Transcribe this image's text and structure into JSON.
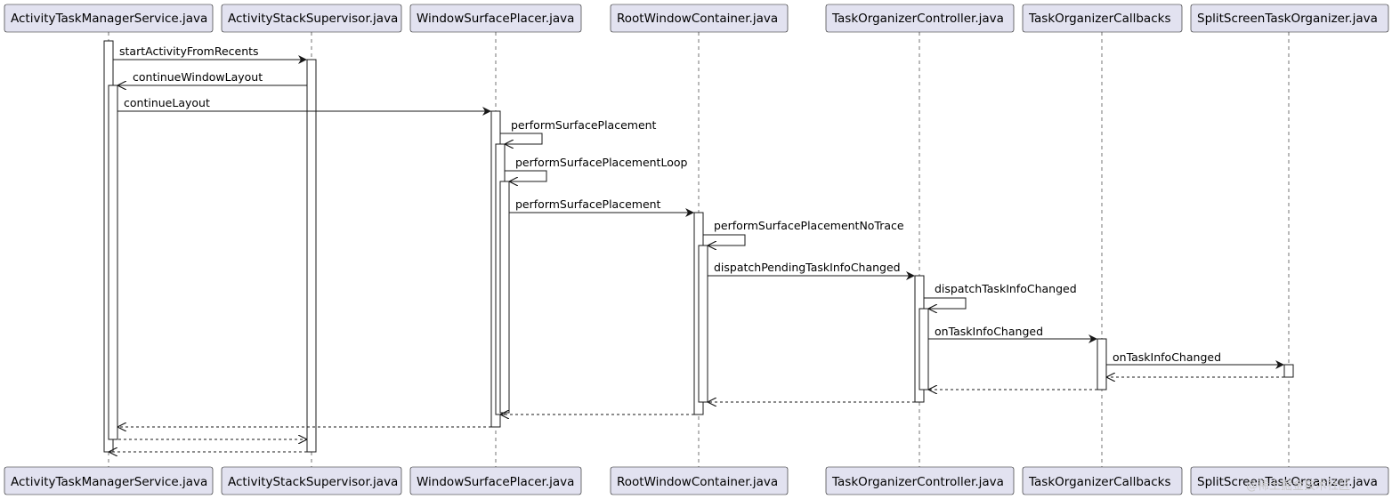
{
  "diagram": {
    "type": "sequence",
    "participants": [
      {
        "id": "atms",
        "label": "ActivityTaskManagerService.java"
      },
      {
        "id": "ass",
        "label": "ActivityStackSupervisor.java"
      },
      {
        "id": "wsp",
        "label": "WindowSurfacePlacer.java"
      },
      {
        "id": "rwc",
        "label": "RootWindowContainer.java"
      },
      {
        "id": "toc",
        "label": "TaskOrganizerController.java"
      },
      {
        "id": "tocb",
        "label": "TaskOrganizerCallbacks"
      },
      {
        "id": "ssto",
        "label": "SplitScreenTaskOrganizer.java"
      }
    ],
    "messages": [
      {
        "from": "atms",
        "to": "ass",
        "label": "startActivityFromRecents",
        "kind": "call"
      },
      {
        "from": "ass",
        "to": "atms",
        "label": "continueWindowLayout",
        "kind": "call"
      },
      {
        "from": "atms",
        "to": "wsp",
        "label": "continueLayout",
        "kind": "call"
      },
      {
        "from": "wsp",
        "to": "wsp",
        "label": "performSurfacePlacement",
        "kind": "self"
      },
      {
        "from": "wsp",
        "to": "wsp",
        "label": "performSurfacePlacementLoop",
        "kind": "self"
      },
      {
        "from": "wsp",
        "to": "rwc",
        "label": "performSurfacePlacement",
        "kind": "call"
      },
      {
        "from": "rwc",
        "to": "rwc",
        "label": "performSurfacePlacementNoTrace",
        "kind": "self"
      },
      {
        "from": "rwc",
        "to": "toc",
        "label": "dispatchPendingTaskInfoChanged",
        "kind": "call"
      },
      {
        "from": "toc",
        "to": "toc",
        "label": "dispatchTaskInfoChanged",
        "kind": "self"
      },
      {
        "from": "toc",
        "to": "tocb",
        "label": "onTaskInfoChanged",
        "kind": "call"
      },
      {
        "from": "tocb",
        "to": "ssto",
        "label": "onTaskInfoChanged",
        "kind": "call"
      },
      {
        "from": "ssto",
        "to": "tocb",
        "label": "",
        "kind": "return"
      },
      {
        "from": "tocb",
        "to": "toc",
        "label": "",
        "kind": "return"
      },
      {
        "from": "toc",
        "to": "rwc",
        "label": "",
        "kind": "return"
      },
      {
        "from": "rwc",
        "to": "wsp",
        "label": "",
        "kind": "return"
      },
      {
        "from": "wsp",
        "to": "atms",
        "label": "",
        "kind": "return"
      },
      {
        "from": "atms",
        "to": "ass",
        "label": "",
        "kind": "return"
      },
      {
        "from": "ass",
        "to": "atms",
        "label": "",
        "kind": "return"
      }
    ],
    "watermark": "@稀土掘金技术社区"
  }
}
